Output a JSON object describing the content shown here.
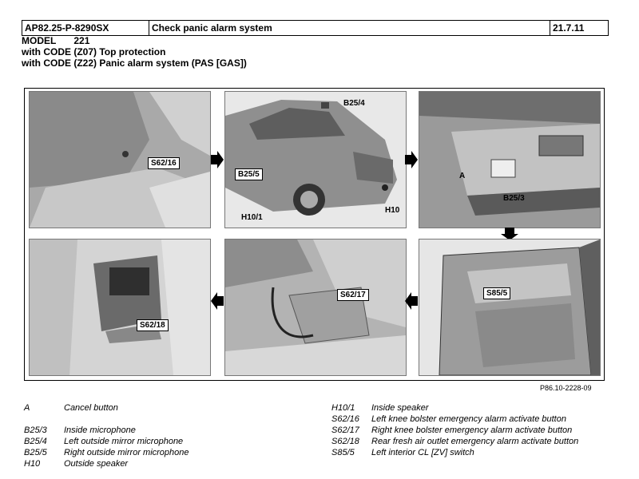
{
  "header": {
    "doc_id": "AP82.25-P-8290SX",
    "title": "Check panic alarm system",
    "date": "21.7.11"
  },
  "model": {
    "label": "MODEL",
    "value": "221"
  },
  "codes": [
    "with CODE (Z07) Top protection",
    "with CODE (Z22) Panic alarm system (PAS [GAS])"
  ],
  "callouts": {
    "p1": [
      "S62/16"
    ],
    "p2": [
      "B25/4",
      "B25/5",
      "H10/1",
      "H10"
    ],
    "p3": [
      "A",
      "B25/3"
    ],
    "p4": [
      "S62/18"
    ],
    "p5": [
      "S62/17"
    ],
    "p6": [
      "S85/5"
    ]
  },
  "figure_ref": "P86.10-2228-09",
  "legend_left": [
    {
      "code": "A",
      "desc": "Cancel button"
    },
    {
      "code": "B25/3",
      "desc": "Inside microphone"
    },
    {
      "code": "B25/4",
      "desc": "Left outside mirror microphone"
    },
    {
      "code": "B25/5",
      "desc": "Right outside mirror microphone"
    },
    {
      "code": "H10",
      "desc": "Outside speaker"
    }
  ],
  "legend_right": [
    {
      "code": "H10/1",
      "desc": "Inside speaker"
    },
    {
      "code": "S62/16",
      "desc": "Left knee bolster emergency alarm activate button"
    },
    {
      "code": "S62/17",
      "desc": "Right knee bolster emergency alarm activate button"
    },
    {
      "code": "S62/18",
      "desc": "Rear fresh air outlet emergency alarm activate button"
    },
    {
      "code": "S85/5",
      "desc": "Left interior CL [ZV] switch"
    }
  ]
}
